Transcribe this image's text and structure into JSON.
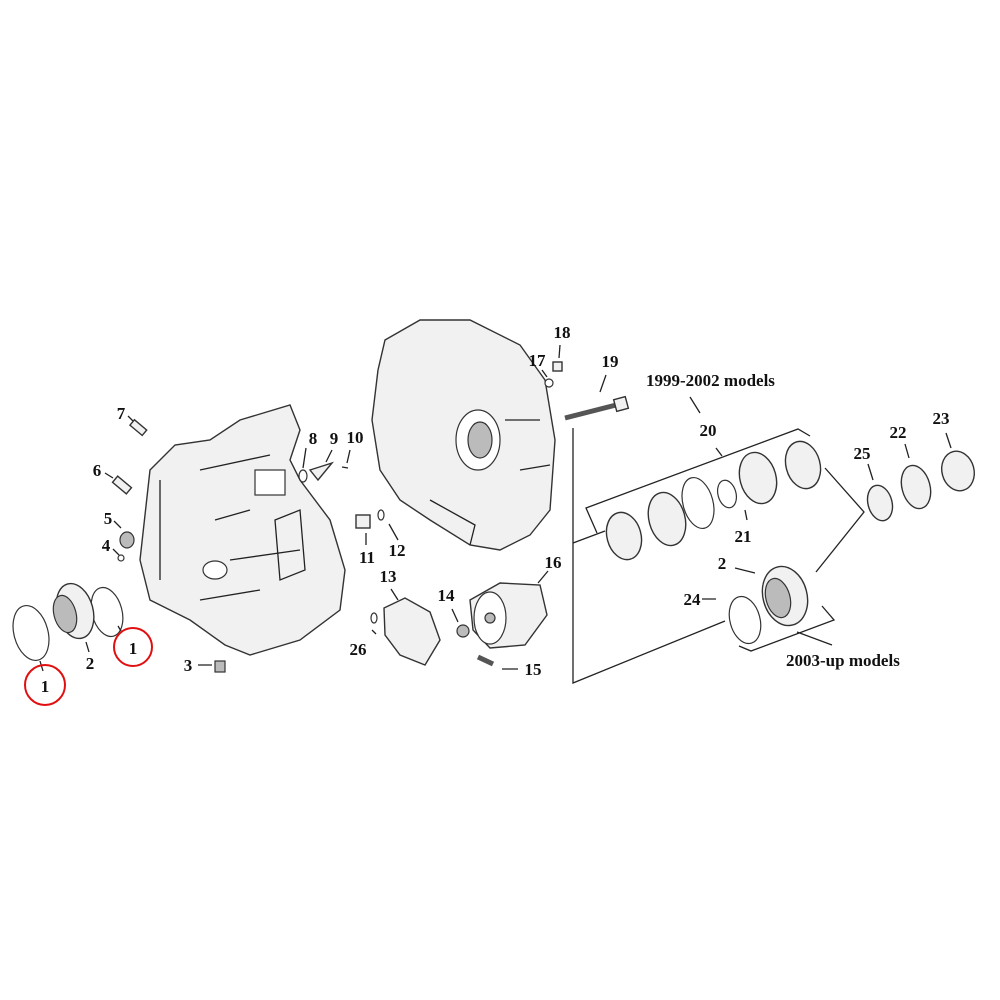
{
  "diagram": {
    "type": "exploded parts diagram",
    "captions": {
      "early_models": "1999-2002 models",
      "late_models": "2003-up models"
    },
    "callouts": {
      "c1a": "1",
      "c1b": "1",
      "c2a": "2",
      "c2b": "2",
      "c3": "3",
      "c4": "4",
      "c5": "5",
      "c6": "6",
      "c7": "7",
      "c8": "8",
      "c9": "9",
      "c10": "10",
      "c11": "11",
      "c12": "12",
      "c13": "13",
      "c14": "14",
      "c15": "15",
      "c16": "16",
      "c17": "17",
      "c18": "18",
      "c19": "19",
      "c20": "20",
      "c21": "21",
      "c22": "22",
      "c23": "23",
      "c24": "24",
      "c25": "25",
      "c26": "26"
    },
    "highlight_color": "#e01010",
    "highlighted_part": "1"
  }
}
